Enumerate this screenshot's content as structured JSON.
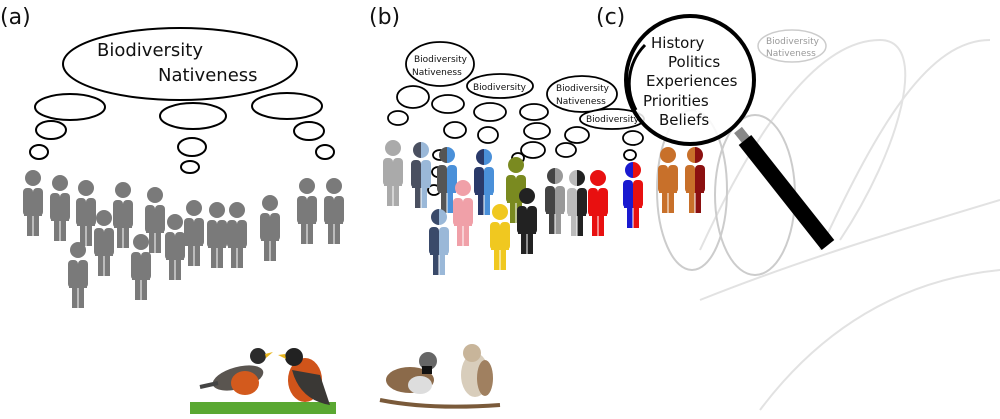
{
  "panels": {
    "a": {
      "label": "(a)",
      "bubble_line1": "Biodiversity",
      "bubble_line2": "Nativeness"
    },
    "b": {
      "label": "(b)",
      "bubbles": [
        {
          "line1": "Biodiversity",
          "line2": "Nativeness"
        },
        {
          "line1": "Biodiversity"
        },
        {
          "line1": "Biodiversity",
          "line2": "Nativeness"
        },
        {
          "line1": "Biodiversity"
        }
      ]
    },
    "c": {
      "label": "(c)",
      "lens_words": [
        "History",
        "Politics",
        "Experiences",
        "Priorities",
        "Beliefs"
      ],
      "faded_line1": "Biodiversity",
      "faded_line2": "Nativeness"
    }
  },
  "colors": {
    "gray_person": "#7a7a7a",
    "lens": "#000000",
    "grass": "#5aa832"
  }
}
